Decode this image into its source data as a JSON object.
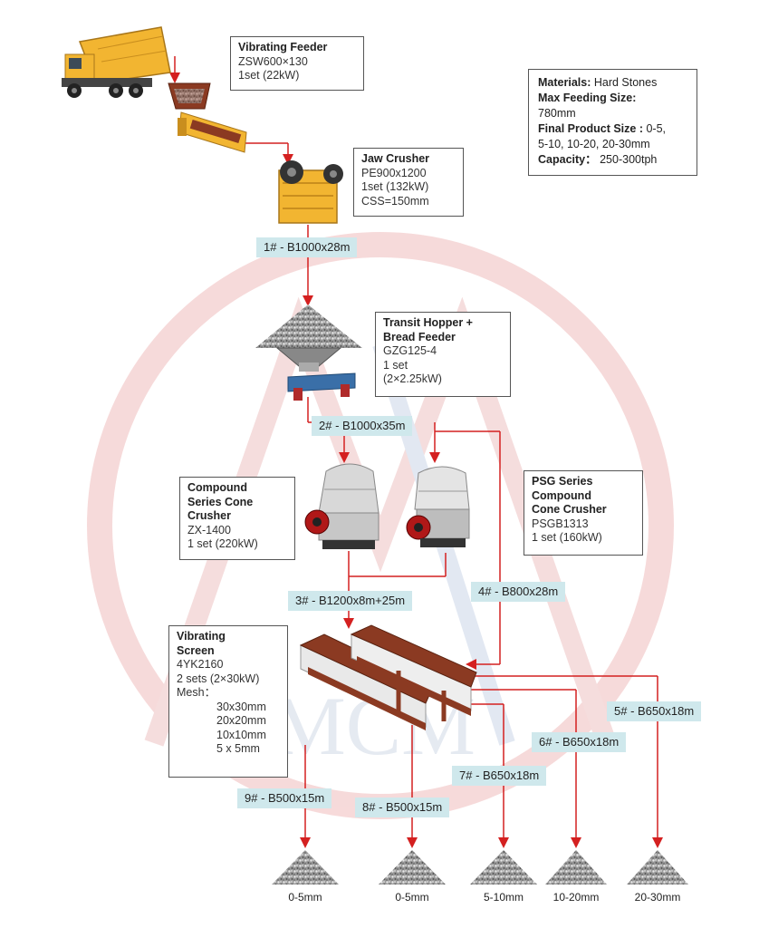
{
  "info": {
    "materials_label": "Materials:",
    "materials_value": "Hard Stones",
    "feed_label": "Max Feeding Size:",
    "feed_value": "780mm",
    "product_label": "Final Product Size :",
    "product_value_1": "0-5,",
    "product_value_2": "5-10, 10-20, 20-30mm",
    "capacity_label": "Capacity：",
    "capacity_value": "250-300tph"
  },
  "equipment": {
    "feeder": {
      "title": "Vibrating Feeder",
      "model": "ZSW600×130",
      "spec": "1set (22kW)"
    },
    "jaw": {
      "title": "Jaw Crusher",
      "model": "PE900x1200",
      "spec": "1set (132kW)",
      "css": "CSS=150mm"
    },
    "hopper": {
      "title_1": "Transit Hopper +",
      "title_2": "Bread Feeder",
      "model": "GZG125-4",
      "spec": "1 set",
      "power": "(2×2.25kW)"
    },
    "compound": {
      "title_1": "Compound",
      "title_2": "Series Cone",
      "title_3": "Crusher",
      "model": "ZX-1400",
      "spec": "1 set (220kW)"
    },
    "psg": {
      "title_1": "PSG Series",
      "title_2": "Compound",
      "title_3": "Cone Crusher",
      "model": "PSGB1313",
      "spec": "1 set (160kW)"
    },
    "screen": {
      "title_1": "Vibrating",
      "title_2": "Screen",
      "model": "4YK2160",
      "spec": "2 sets (2×30kW)",
      "mesh_label": "Mesh：",
      "mesh": [
        "30x30mm",
        "20x20mm",
        "10x10mm",
        "5 x 5mm"
      ]
    }
  },
  "belts": {
    "b1": "1# - B1000x28m",
    "b2": "2# - B1000x35m",
    "b3": "3# - B1200x8m+25m",
    "b4": "4# - B800x28m",
    "b5": "5# - B650x18m",
    "b6": "6# - B650x18m",
    "b7": "7# - B650x18m",
    "b8": "8# - B500x15m",
    "b9": "9# - B500x15m"
  },
  "outputs": [
    "0-5mm",
    "0-5mm",
    "5-10mm",
    "10-20mm",
    "20-30mm"
  ],
  "watermark": "MCM",
  "colors": {
    "flow_line": "#d42020",
    "belt_bg": "#cfe8ec",
    "watermark": "#f6d6d6",
    "machine_yellow": "#f2b531",
    "machine_red": "#8b3a22"
  }
}
